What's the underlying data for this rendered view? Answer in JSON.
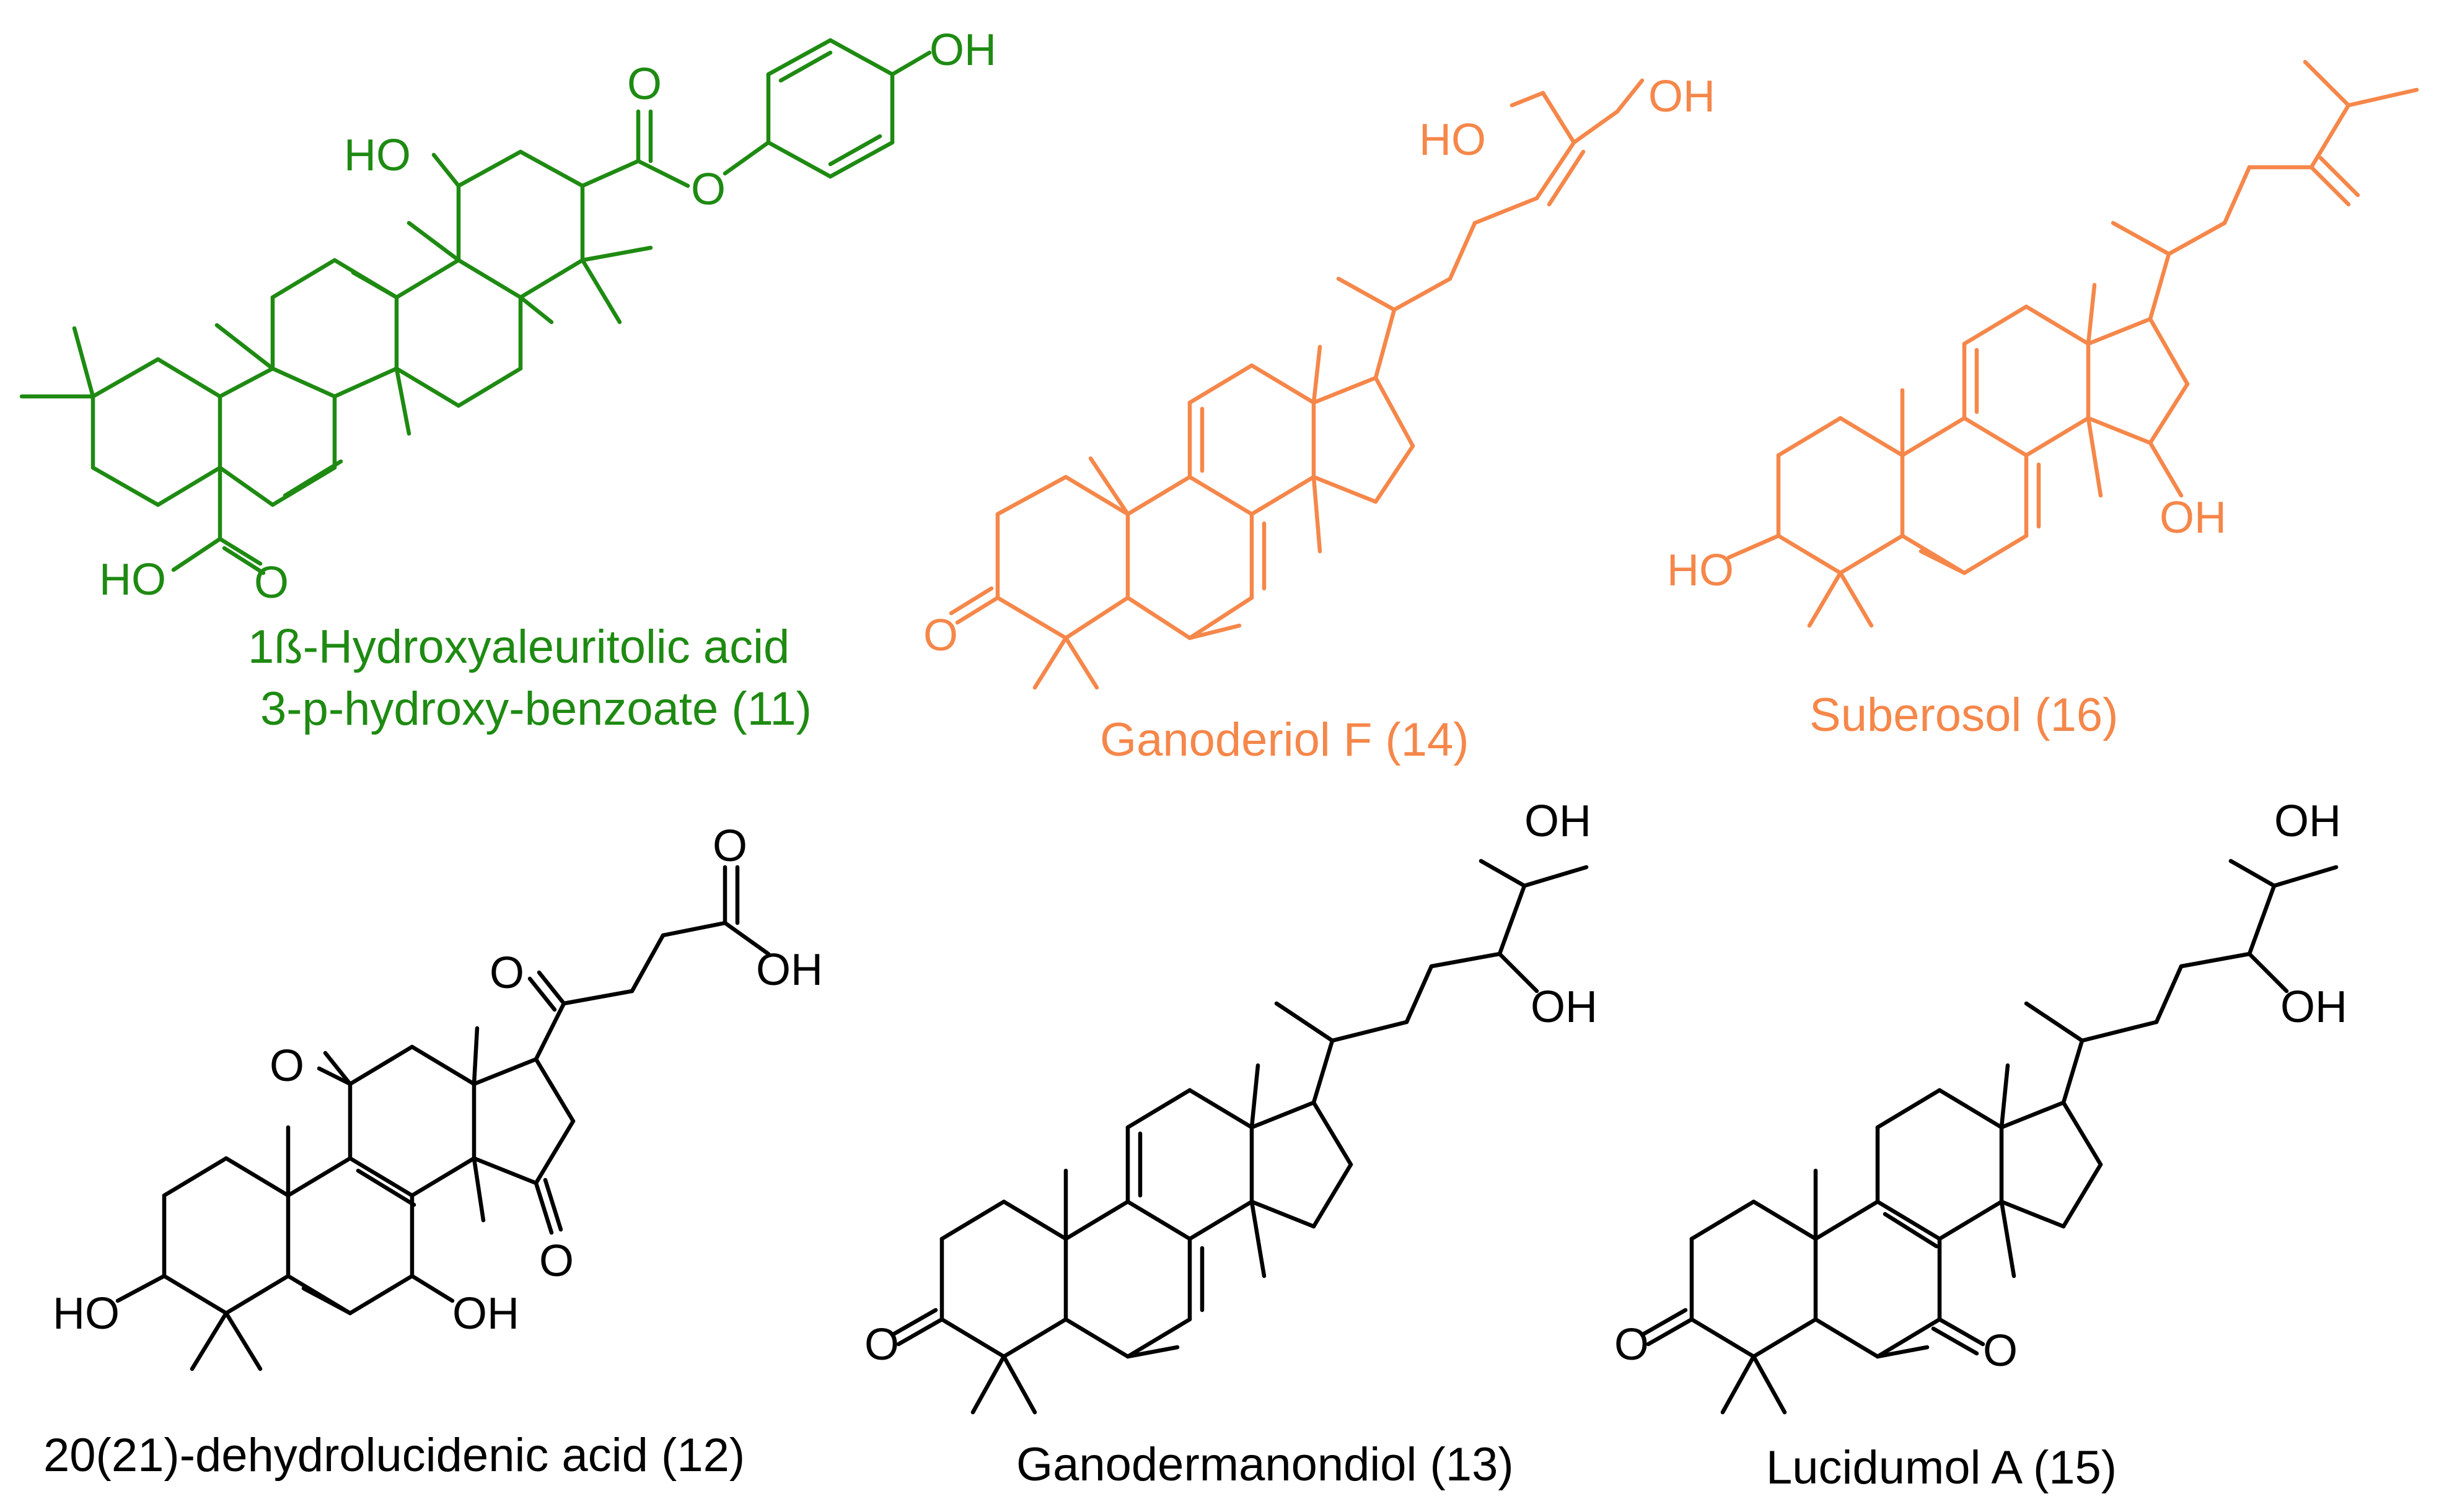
{
  "colors": {
    "green": "#1e8a12",
    "orange": "#f5874a",
    "black": "#000000"
  },
  "molecules": [
    {
      "id": "m11",
      "color": "green",
      "caption_lines": [
        "1ß-Hydroxyaleuritolic acid",
        "3-p-hydroxy-benzoate (11)"
      ],
      "labels": {
        "oh_phenol": "OH",
        "o_ester": "O",
        "o_carbonyl": "O",
        "ho_ring": "HO",
        "ho_acid": "HO",
        "o_acid": "O"
      }
    },
    {
      "id": "m14",
      "color": "orange",
      "caption": "Ganoderiol F (14)",
      "labels": {
        "ho_left": "HO",
        "oh_right": "OH",
        "o_ketone": "O"
      }
    },
    {
      "id": "m16",
      "color": "orange",
      "caption": "Suberosol (16)",
      "labels": {
        "ho_c3": "HO",
        "oh_c15": "OH"
      }
    },
    {
      "id": "m12",
      "color": "black",
      "caption": "20(21)-dehydrolucidenic acid (12)",
      "labels": {
        "o_acid": "O",
        "oh_acid": "OH",
        "o_side": "O",
        "o_c11": "O",
        "o_c15": "O",
        "ho_c3": "HO",
        "oh_c7": "OH"
      }
    },
    {
      "id": "m13",
      "color": "black",
      "caption": "Ganodermanondiol (13)",
      "labels": {
        "oh_top": "OH",
        "oh_c24": "OH",
        "o_c3": "O"
      }
    },
    {
      "id": "m15",
      "color": "black",
      "caption": "Lucidumol A (15)",
      "labels": {
        "oh_top": "OH",
        "oh_c24": "OH",
        "o_c3": "O",
        "o_c7": "O"
      }
    }
  ]
}
